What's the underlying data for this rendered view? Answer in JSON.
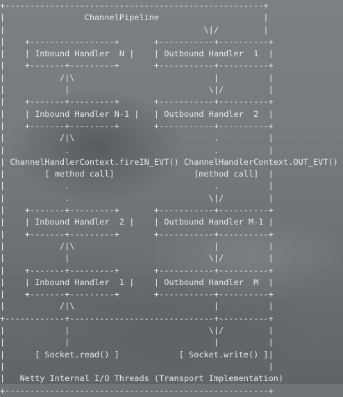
{
  "diagram": {
    "lines": [
      "+----------------------------------------------------+",
      "|                ChannelPipeline                     |",
      "|                                        \\|/         |",
      "|    +-----------------+       +-----------+----------+",
      "|    | Inbound Handler  N |    | Outbound Handler  1  |",
      "|    +-------+---------+       +-----------+----------+",
      "|           /|\\                            |          |",
      "|            |                            \\|/         |",
      "|    +-------+---------+       +-----------+----------+",
      "|    | Inbound Handler N-1 |   | Outbound Handler  2  |",
      "|    +-------+---------+       +-----------+----------+",
      "|           /|\\                            .          |",
      "|            .                             .          |",
      "| ChannelHandlerContext.fireIN_EVT() ChannelHandlerContext.OUT_EVT()",
      "|        [ method call]                [method call]  |",
      "|            .                             .          |",
      "|            .                            \\|/         |",
      "|    +-------+---------+       +-----------+----------+",
      "|    | Inbound Handler  2 |    | Outbound Handler M-1 |",
      "|    +-------+---------+       +-----------+----------+",
      "|           /|\\                            |          |",
      "|            |                            \\|/         |",
      "|    +-------+---------+       +-----------+----------+",
      "|    | Inbound Handler  1 |    | Outbound Handler  M  |",
      "|    +-------+---------+       +-----------+----------+",
      "|           /|\\                            |          |",
      "+------------+-----------------------------+----------+",
      "|            |                            \\|/         |",
      "|            |                             |          |",
      "|      [ Socket.read() ]            [ Socket.write() ]|",
      "|                                                     |",
      "|   Netty Internal I/O Threads (Transport Implementation)",
      "+-----------------------------------------------------+"
    ]
  }
}
